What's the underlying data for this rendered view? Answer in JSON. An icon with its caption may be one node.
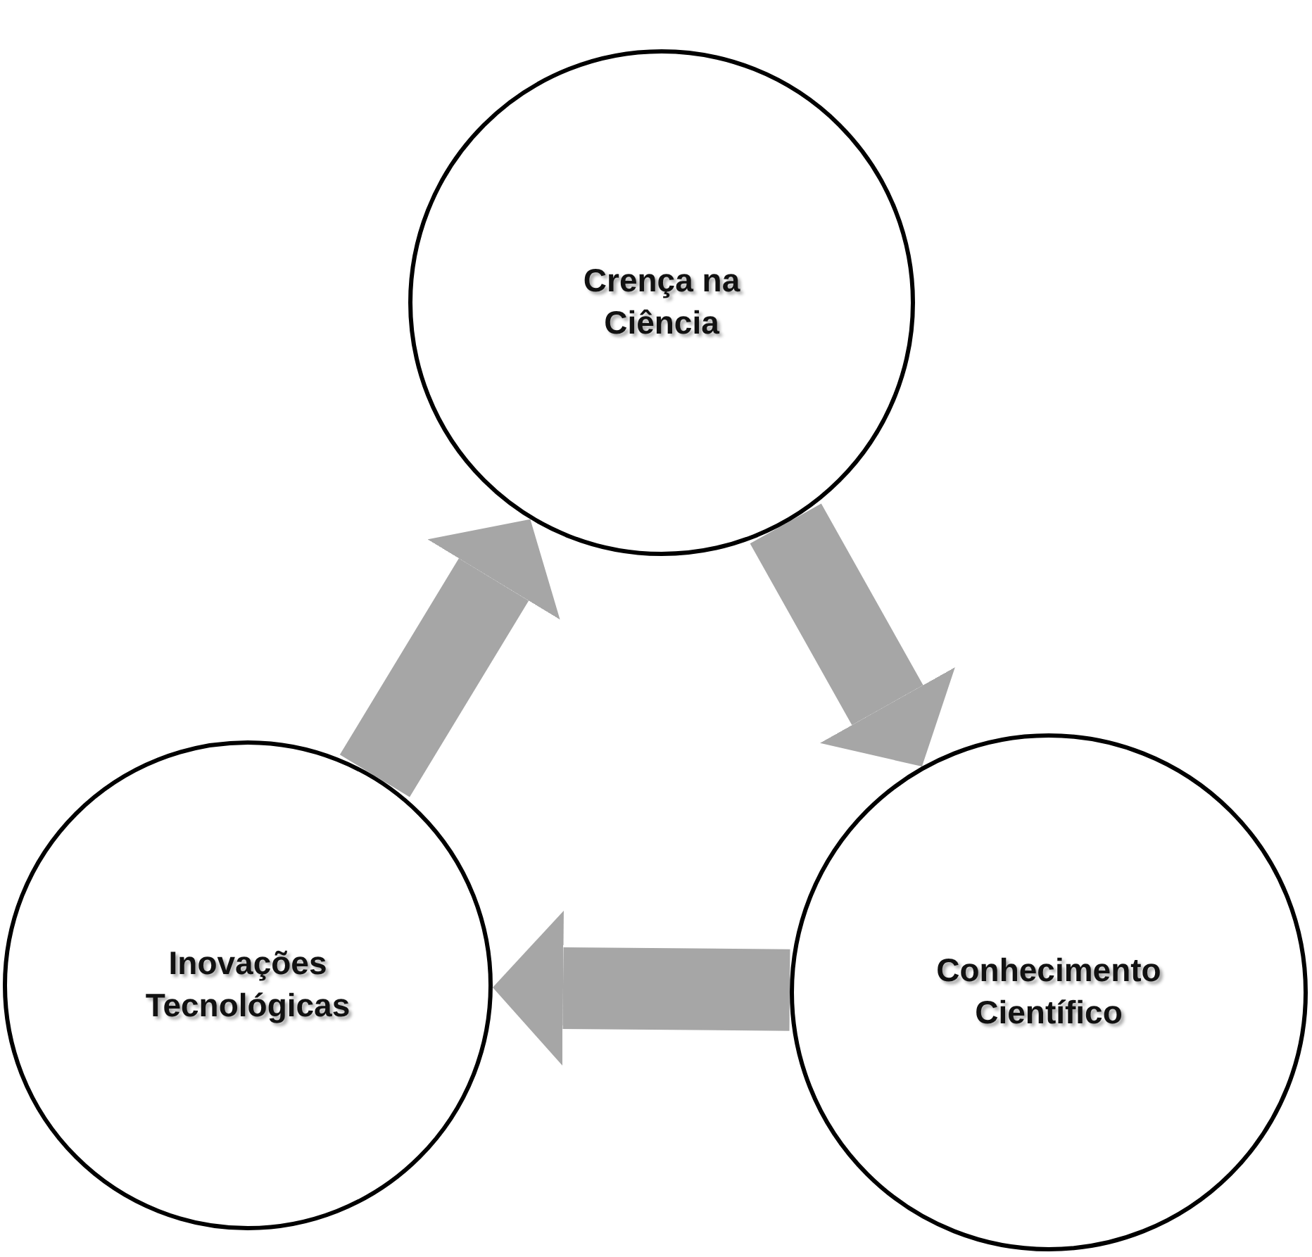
{
  "diagram": {
    "nodes": [
      {
        "text": [
          "Crença na Ciência"
        ]
      },
      {
        "text": [
          "Conhecimento Científico"
        ]
      },
      {
        "text": [
          "Inovações Tecnológicas"
        ]
      }
    ],
    "edges": [
      {
        "from": 0,
        "to": 1,
        "arrow": "to"
      },
      {
        "from": 1,
        "to": 2,
        "arrow": "to"
      },
      {
        "from": 2,
        "to": 0,
        "arrow": "to"
      }
    ]
  }
}
